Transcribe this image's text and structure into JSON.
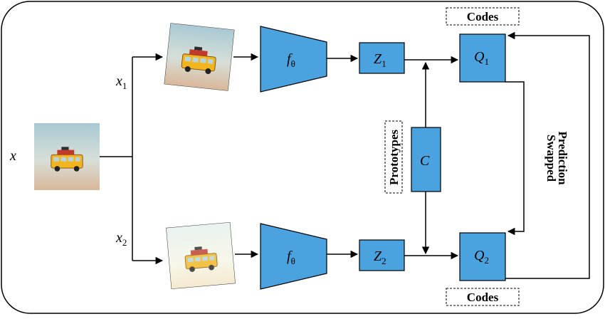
{
  "input": {
    "var": "x"
  },
  "views": [
    {
      "var": "x",
      "sub": "1"
    },
    {
      "var": "x",
      "sub": "2"
    }
  ],
  "encoder": {
    "label": "f",
    "sub": "θ"
  },
  "embeddings": [
    {
      "var": "Z",
      "sub": "1"
    },
    {
      "var": "Z",
      "sub": "2"
    }
  ],
  "codes": [
    {
      "var": "Q",
      "sub": "1"
    },
    {
      "var": "Q",
      "sub": "2"
    }
  ],
  "prototypes": {
    "var": "C",
    "label": "Prototypes"
  },
  "codes_labels": {
    "top": "Codes",
    "bottom": "Codes"
  },
  "swapped": {
    "line1": "Swapped",
    "line2": "Prediction"
  },
  "colors": {
    "block": "#4aa3df",
    "stroke": "#000000"
  },
  "icons": [
    "toy-bus-photo"
  ]
}
